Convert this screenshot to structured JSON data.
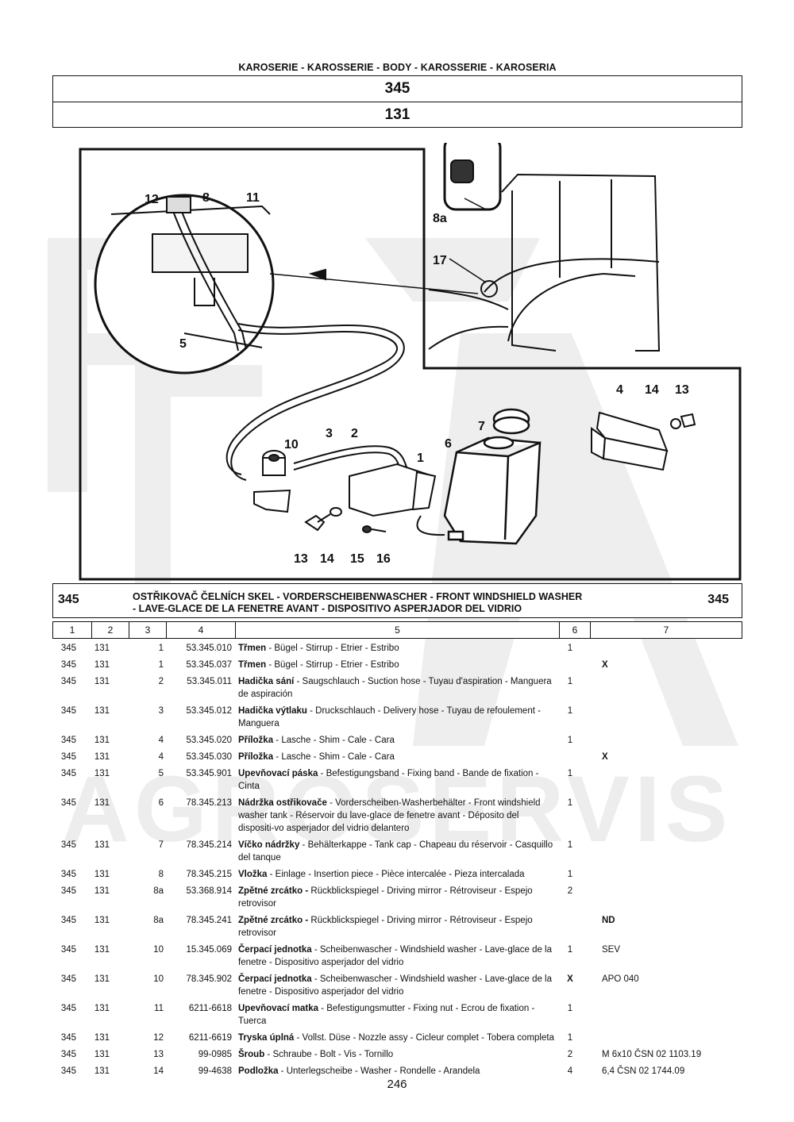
{
  "header": {
    "section_title": "KAROSERIE - KAROSSERIE - BODY - KAROSSERIE - KAROSERIA",
    "group_code": "345",
    "subgroup_code": "131"
  },
  "figure": {
    "callouts": [
      "12",
      "8",
      "11",
      "5",
      "8a",
      "17",
      "3",
      "2",
      "10",
      "1",
      "7",
      "6",
      "4",
      "14",
      "13",
      "13",
      "14",
      "15",
      "16"
    ]
  },
  "watermark": {
    "text": "AGROSERVIS"
  },
  "group": {
    "code_left": "345",
    "code_right": "345",
    "title_line1": "OSTŘIKOVAČ ČELNÍCH SKEL - VORDERSCHEIBENWASCHER - FRONT WINDSHIELD WASHER",
    "title_line2": "- LAVE-GLACE DE LA FENETRE AVANT - DISPOSITIVO ASPERJADOR DEL VIDRIO"
  },
  "columns": [
    "1",
    "2",
    "3",
    "4",
    "5",
    "6",
    "7"
  ],
  "rows": [
    {
      "c1": "345",
      "c2": "131",
      "c3": "1",
      "c4": "53.345.010",
      "name": "Třmen",
      "desc": " - Bügel - Stirrup - Etrier - Estribo",
      "qty": "1",
      "note": ""
    },
    {
      "c1": "345",
      "c2": "131",
      "c3": "1",
      "c4": "53.345.037",
      "name": "Třmen",
      "desc": " - Bügel - Stirrup - Etrier - Estribo",
      "qty": "",
      "note": "X"
    },
    {
      "c1": "345",
      "c2": "131",
      "c3": "2",
      "c4": "53.345.011",
      "name": "Hadička sání",
      "desc": " - Saugschlauch - Suction hose - Tuyau d'aspiration - Manguera de aspiración",
      "qty": "1",
      "note": ""
    },
    {
      "c1": "345",
      "c2": "131",
      "c3": "3",
      "c4": "53.345.012",
      "name": "Hadička výtlaku",
      "desc": " - Druckschlauch - Delivery hose - Tuyau de refoulement - Manguera",
      "qty": "1",
      "note": ""
    },
    {
      "c1": "345",
      "c2": "131",
      "c3": "4",
      "c4": "53.345.020",
      "name": "Příložka",
      "desc": " - Lasche - Shim - Cale - Cara",
      "qty": "1",
      "note": ""
    },
    {
      "c1": "345",
      "c2": "131",
      "c3": "4",
      "c4": "53.345.030",
      "name": "Příložka",
      "desc": " - Lasche - Shim - Cale - Cara",
      "qty": "",
      "note": "X"
    },
    {
      "c1": "345",
      "c2": "131",
      "c3": "5",
      "c4": "53.345.901",
      "name": "Upevňovací páska",
      "desc": " - Befestigungsband - Fixing band - Bande de fixation - Cinta",
      "qty": "1",
      "note": ""
    },
    {
      "c1": "345",
      "c2": "131",
      "c3": "6",
      "c4": "78.345.213",
      "name": "Nádržka ostřikovače",
      "desc": " - Vorderscheiben-Washerbehälter - Front windshield washer tank - Réservoir du lave-glace de fenetre avant - Déposito del dispositi-vo asperjador del vidrio delantero",
      "qty": "1",
      "note": ""
    },
    {
      "c1": "345",
      "c2": "131",
      "c3": "7",
      "c4": "78.345.214",
      "name": "Víčko nádržky",
      "desc": " - Behälterkappe - Tank cap - Chapeau du réservoir - Casquillo del tanque",
      "qty": "1",
      "note": ""
    },
    {
      "c1": "345",
      "c2": "131",
      "c3": "8",
      "c4": "78.345.215",
      "name": "Vložka",
      "desc": " - Einlage - Insertion piece - Pièce intercalée - Pieza intercalada",
      "qty": "1",
      "note": ""
    },
    {
      "c1": "345",
      "c2": "131",
      "c3": "8a",
      "c4": "53.368.914",
      "name": "Zpětné zrcátko -",
      "desc": " Rückblickspiegel - Driving mirror - Rétroviseur - Espejo retrovisor",
      "qty": "2",
      "note": ""
    },
    {
      "c1": "345",
      "c2": "131",
      "c3": "8a",
      "c4": "78.345.241",
      "name": "Zpětné zrcátko -",
      "desc": " Rückblickspiegel - Driving mirror - Rétroviseur - Espejo retrovisor",
      "qty": "",
      "note": "ND"
    },
    {
      "c1": "345",
      "c2": "131",
      "c3": "10",
      "c4": "15.345.069",
      "name": "Čerpací jednotka",
      "desc": " - Scheibenwascher - Windshield washer  - Lave-glace de la fenetre - Dispositivo asperjador del vidrio",
      "qty": "1",
      "note": "SEV"
    },
    {
      "c1": "345",
      "c2": "131",
      "c3": "10",
      "c4": "78.345.902",
      "name": "Čerpací jednotka",
      "desc": " - Scheibenwascher - Windshield washer  - Lave-glace de la fenetre - Dispositivo asperjador del vidrio",
      "qty": "X",
      "note": "APO 040"
    },
    {
      "c1": "345",
      "c2": "131",
      "c3": "11",
      "c4": "6211-6618",
      "name": "Upevňovací matka",
      "desc": " - Befestigungsmutter - Fixing nut - Ecrou de fixation - Tuerca",
      "qty": "1",
      "note": ""
    },
    {
      "c1": "345",
      "c2": "131",
      "c3": "12",
      "c4": "6211-6619",
      "name": "Tryska úplná",
      "desc": " - Vollst. Düse - Nozzle assy - Cicleur complet - Tobera completa",
      "qty": "1",
      "note": ""
    },
    {
      "c1": "345",
      "c2": "131",
      "c3": "13",
      "c4": "99-0985",
      "name": "Šroub",
      "desc": " - Schraube - Bolt - Vis - Tornillo",
      "qty": "2",
      "note": "M 6x10 ČSN 02 1103.19"
    },
    {
      "c1": "345",
      "c2": "131",
      "c3": "14",
      "c4": "99-4638",
      "name": "Podložka",
      "desc": " - Unterlegscheibe - Washer - Rondelle - Arandela",
      "qty": "4",
      "note": "6,4 ČSN 02 1744.09"
    }
  ],
  "footer": {
    "page_number": "246"
  }
}
